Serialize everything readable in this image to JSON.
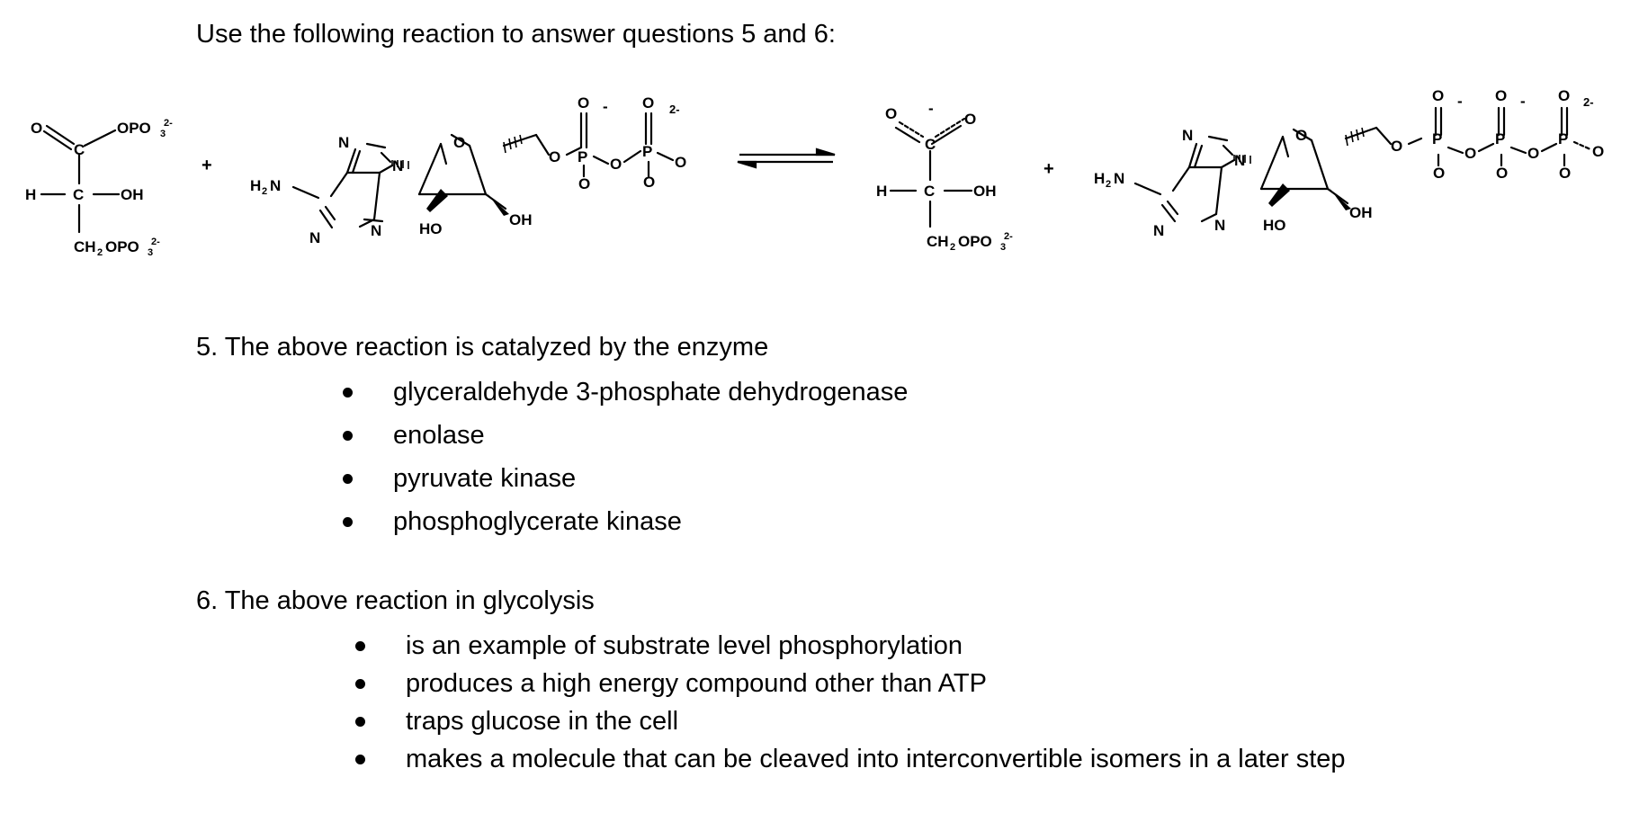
{
  "intro": "Use the following reaction to answer questions 5 and 6:",
  "scheme": {
    "labels": {
      "O": "O",
      "C": "C",
      "H": "H",
      "OH": "OH",
      "HO": "HO",
      "N": "N",
      "P": "P",
      "opo3": "OPO",
      "ch2opo3": "CH",
      "sub2": "2",
      "sub3": "3",
      "charge2minus": "2-",
      "minus": "-",
      "plus": "+",
      "h2n": "H"
    }
  },
  "question5": {
    "text": "5. The above reaction is catalyzed by the enzyme",
    "options": [
      "glyceraldehyde 3-phosphate dehydrogenase",
      "enolase",
      "pyruvate kinase",
      "phosphoglycerate kinase"
    ]
  },
  "question6": {
    "text": "6. The above reaction in glycolysis",
    "options": [
      "is an example of substrate level phosphorylation",
      "produces a high energy compound other than ATP",
      "traps glucose in the cell",
      "makes a molecule that can be cleaved into interconvertible isomers in a later step"
    ]
  }
}
